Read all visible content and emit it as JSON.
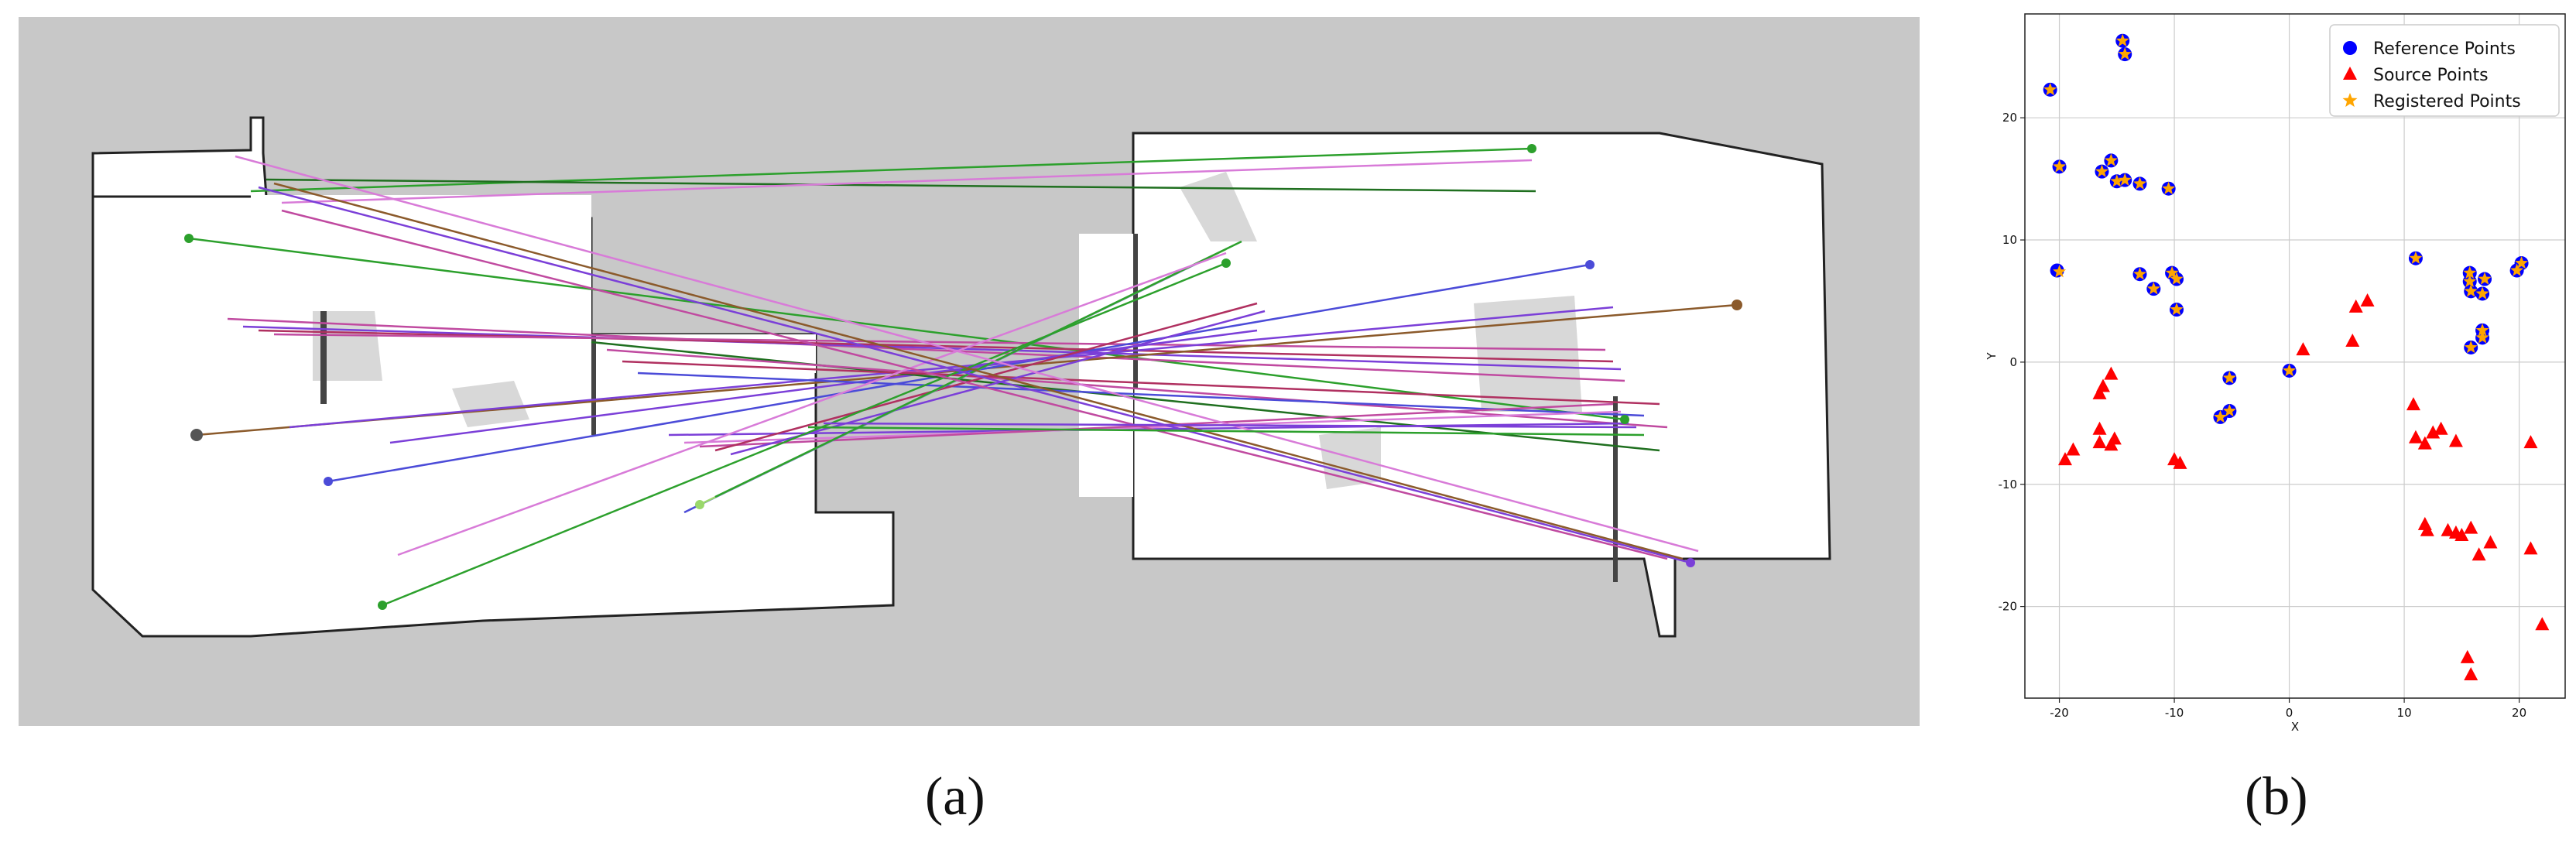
{
  "captions": {
    "a": "(a)",
    "b": "(b)"
  },
  "panel_a": {
    "description_note": "",
    "map_background": "#c8c8c8",
    "free_space": "#ffffff",
    "line_colors": [
      "#7b3fd8",
      "#2ca02c",
      "#c04aa0",
      "#8b5a2b",
      "#4b4bd8",
      "#9ad86b",
      "#d87bd8",
      "#1f6f1f",
      "#b03060"
    ]
  },
  "chart_data": {
    "type": "scatter",
    "xlabel": "X",
    "ylabel": "Y",
    "xlim": [
      -23,
      24
    ],
    "ylim": [
      -27.5,
      28.5
    ],
    "xticks": [
      -20,
      -10,
      0,
      10,
      20
    ],
    "yticks": [
      -20,
      -10,
      0,
      10,
      20
    ],
    "grid": true,
    "legend_position": "top-right",
    "series": [
      {
        "name": "Reference Points",
        "marker": "circle",
        "color": "#0000ff",
        "points": [
          [
            -20.8,
            22.3
          ],
          [
            -14.5,
            26.3
          ],
          [
            -14.3,
            25.2
          ],
          [
            -20.0,
            16.0
          ],
          [
            -15.5,
            16.5
          ],
          [
            -16.3,
            15.6
          ],
          [
            -15.0,
            14.8
          ],
          [
            -14.3,
            14.9
          ],
          [
            -13.0,
            14.6
          ],
          [
            -10.5,
            14.2
          ],
          [
            -20.2,
            7.5
          ],
          [
            -13.0,
            7.2
          ],
          [
            -11.8,
            6.0
          ],
          [
            -10.2,
            7.3
          ],
          [
            -9.8,
            6.8
          ],
          [
            -9.8,
            4.3
          ],
          [
            -5.2,
            -1.3
          ],
          [
            -5.2,
            -4.0
          ],
          [
            -6.0,
            -4.5
          ],
          [
            0.0,
            -0.7
          ],
          [
            11.0,
            8.5
          ],
          [
            15.7,
            7.3
          ],
          [
            15.7,
            6.6
          ],
          [
            17.0,
            6.8
          ],
          [
            15.8,
            5.8
          ],
          [
            16.8,
            5.6
          ],
          [
            16.8,
            2.6
          ],
          [
            16.8,
            2.0
          ],
          [
            15.8,
            1.2
          ],
          [
            19.8,
            7.5
          ],
          [
            20.2,
            8.1
          ]
        ]
      },
      {
        "name": "Source Points",
        "marker": "triangle",
        "color": "#ff0000",
        "points": [
          [
            -19.5,
            -8.0
          ],
          [
            -18.8,
            -7.2
          ],
          [
            -16.5,
            -6.6
          ],
          [
            -16.5,
            -5.5
          ],
          [
            -15.5,
            -6.8
          ],
          [
            -15.2,
            -6.3
          ],
          [
            -15.5,
            -1.0
          ],
          [
            -16.2,
            -2.0
          ],
          [
            -16.5,
            -2.6
          ],
          [
            -10.0,
            -8.0
          ],
          [
            -9.5,
            -8.3
          ],
          [
            1.2,
            1.0
          ],
          [
            5.8,
            4.5
          ],
          [
            6.8,
            5.0
          ],
          [
            5.5,
            1.7
          ],
          [
            10.8,
            -3.5
          ],
          [
            11.0,
            -6.2
          ],
          [
            11.8,
            -6.7
          ],
          [
            12.5,
            -5.8
          ],
          [
            13.2,
            -5.5
          ],
          [
            14.5,
            -6.5
          ],
          [
            11.8,
            -13.3
          ],
          [
            12.0,
            -13.8
          ],
          [
            13.8,
            -13.8
          ],
          [
            14.5,
            -14.0
          ],
          [
            15.0,
            -14.2
          ],
          [
            15.8,
            -13.6
          ],
          [
            16.5,
            -15.8
          ],
          [
            17.5,
            -14.8
          ],
          [
            21.0,
            -6.6
          ],
          [
            21.0,
            -15.3
          ],
          [
            22.0,
            -21.5
          ],
          [
            15.5,
            -24.2
          ],
          [
            15.8,
            -25.6
          ]
        ]
      },
      {
        "name": "Registered Points",
        "marker": "star",
        "color": "#ffa500",
        "points": [
          [
            -20.8,
            22.3
          ],
          [
            -14.5,
            26.3
          ],
          [
            -14.3,
            25.2
          ],
          [
            -20.0,
            16.0
          ],
          [
            -15.5,
            16.5
          ],
          [
            -16.3,
            15.6
          ],
          [
            -15.0,
            14.8
          ],
          [
            -14.3,
            14.9
          ],
          [
            -13.0,
            14.6
          ],
          [
            -10.5,
            14.2
          ],
          [
            -20.0,
            7.4
          ],
          [
            -13.0,
            7.2
          ],
          [
            -11.8,
            6.0
          ],
          [
            -10.2,
            7.3
          ],
          [
            -9.8,
            6.8
          ],
          [
            -9.8,
            4.3
          ],
          [
            -5.2,
            -1.3
          ],
          [
            -5.2,
            -4.0
          ],
          [
            -6.0,
            -4.5
          ],
          [
            0.0,
            -0.7
          ],
          [
            11.0,
            8.5
          ],
          [
            15.7,
            7.3
          ],
          [
            15.7,
            6.6
          ],
          [
            17.0,
            6.8
          ],
          [
            15.8,
            5.8
          ],
          [
            16.8,
            5.6
          ],
          [
            16.8,
            2.6
          ],
          [
            16.8,
            2.0
          ],
          [
            15.8,
            1.2
          ],
          [
            19.8,
            7.5
          ],
          [
            20.2,
            8.1
          ]
        ]
      }
    ]
  }
}
